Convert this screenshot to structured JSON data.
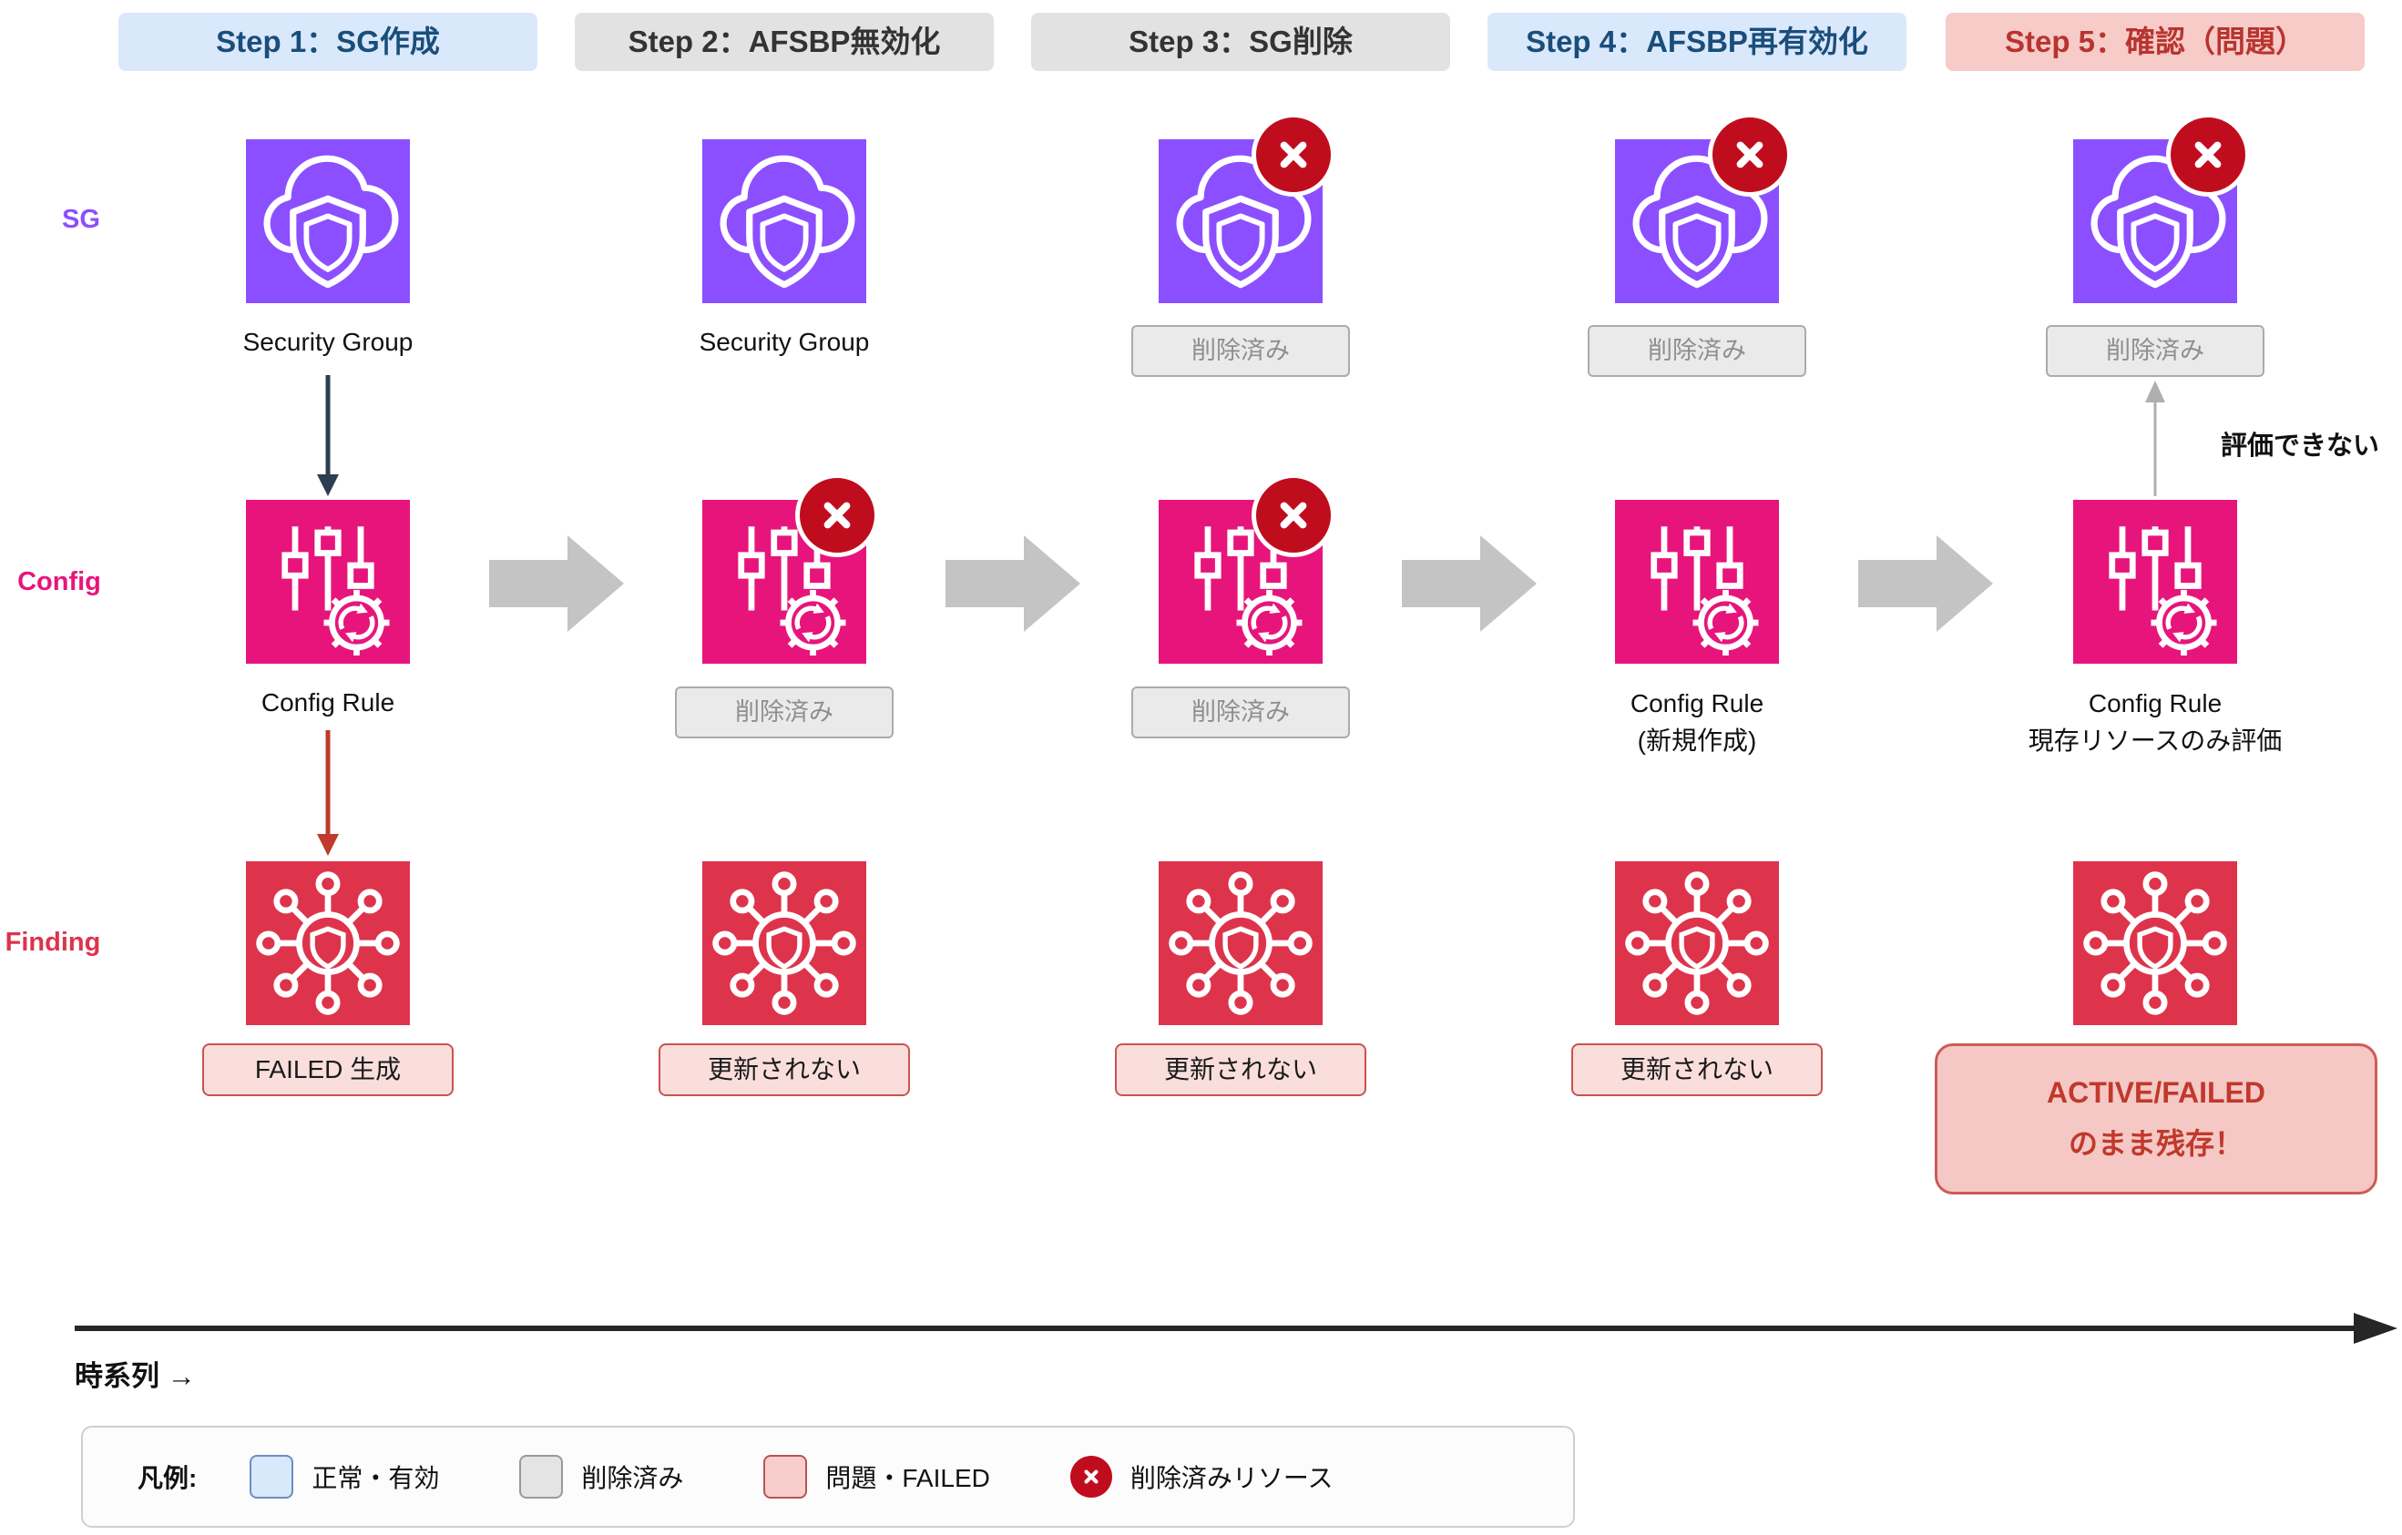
{
  "steps": [
    {
      "label": "Step 1：SG作成",
      "style": "blue"
    },
    {
      "label": "Step 2：AFSBP無効化",
      "style": "gray"
    },
    {
      "label": "Step 3：SG削除",
      "style": "gray"
    },
    {
      "label": "Step 4：AFSBP再有効化",
      "style": "blue"
    },
    {
      "label": "Step 5：確認（問題）",
      "style": "red"
    }
  ],
  "rows": {
    "sg": "SG",
    "config": "Config",
    "finding": "Finding"
  },
  "sg_row": {
    "col1_caption": "Security Group",
    "col2_caption": "Security Group",
    "col3_deleted": "削除済み",
    "col4_deleted": "削除済み",
    "col5_deleted": "削除済み"
  },
  "config_row": {
    "col1_caption": "Config Rule",
    "col2_deleted": "削除済み",
    "col3_deleted": "削除済み",
    "col4_caption": "Config Rule",
    "col4_sub": "(新規作成)",
    "col5_caption": "Config Rule",
    "col5_sub": "現存リソースのみ評価"
  },
  "finding_row": {
    "col1_box": "FAILED 生成",
    "col2_box": "更新されない",
    "col3_box": "更新されない",
    "col4_box": "更新されない",
    "col5_line1": "ACTIVE/FAILED",
    "col5_line2": "のまま残存！"
  },
  "annotations": {
    "cannot_evaluate": "評価できない",
    "timeline_label": "時系列 →"
  },
  "legend": {
    "title": "凡例:",
    "items": [
      {
        "label": "正常・有効",
        "swatch": "blue"
      },
      {
        "label": "削除済み",
        "swatch": "gray"
      },
      {
        "label": "問題・FAILED",
        "swatch": "pink"
      },
      {
        "label": "削除済みリソース",
        "swatch": "deleted-badge"
      }
    ]
  },
  "colors": {
    "sg_icon": "#8C4FFF",
    "config_icon": "#E7157B",
    "finding_icon": "#DD344C",
    "deleted_badge": "#C00D1E",
    "step_blue_bg": "#DAE8FC",
    "step_blue_text": "#1A4E7A",
    "step_gray_bg": "#E2E2E2",
    "step_gray_text": "#333333",
    "step_red_bg": "#F6CBC8",
    "step_red_text": "#B8342F",
    "flow_arrow": "#C4C4C4"
  }
}
